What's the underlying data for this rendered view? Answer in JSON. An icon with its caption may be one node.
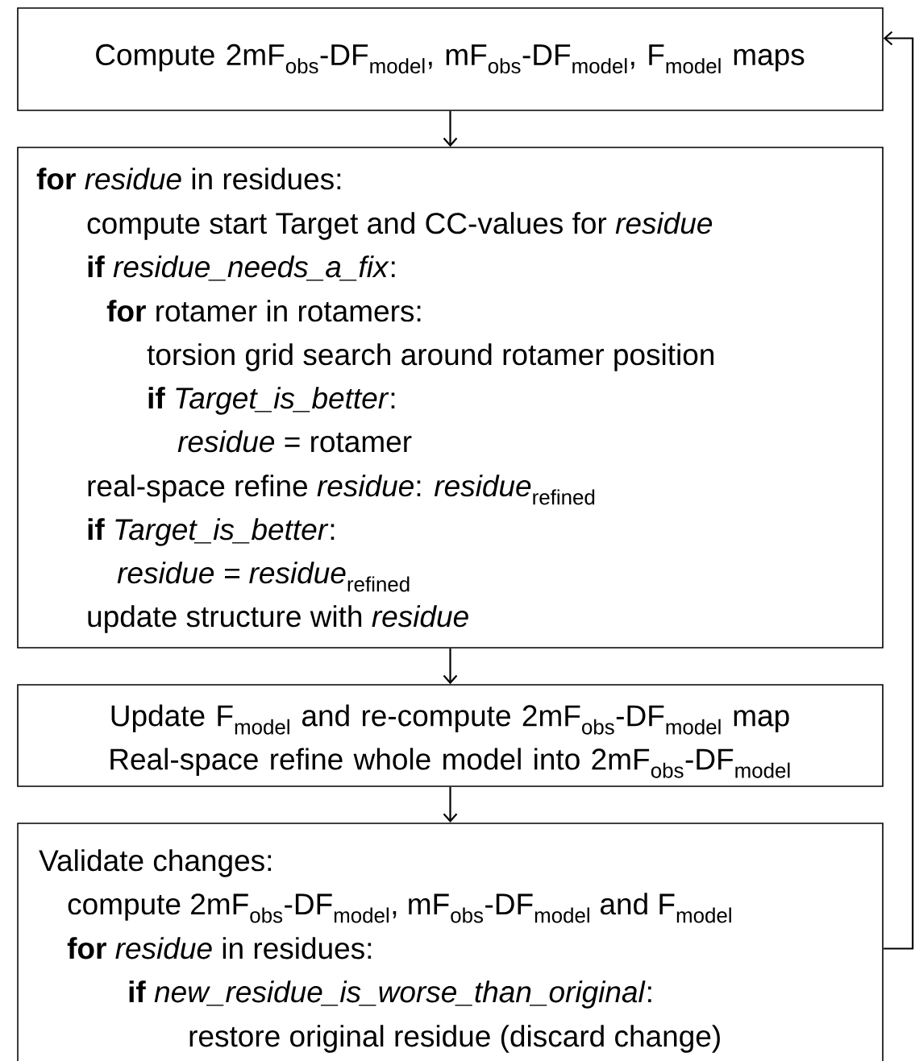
{
  "diagram": {
    "nodes": [
      {
        "text": [
          "Compute 2mF$_{obs}$-DF$_{model}$, mF$_{obs}$-DF$_{model}$, F$_{model}$ maps"
        ]
      },
      {
        "text": [
          "**for** *residue* in residues:",
          "compute start Target and CC-values for *residue*",
          "**if** *residue_needs_a_fix*:",
          "**for** rotamer in rotamers:",
          "torsion grid search around rotamer position",
          "**if** *Target_is_better*:",
          "*residue* = rotamer",
          "real-space refine *residue*: *residue*$_{refined}$",
          "**if** *Target_is_better*:",
          "*residue = residue*$_{refined}$",
          "update structure with *residue*"
        ]
      },
      {
        "text": [
          "Update F$_{model}$ and re-compute 2mF$_{obs}$-DF$_{model}$ map",
          "Real-space refine whole model into 2mF$_{obs}$-DF$_{model}$"
        ]
      },
      {
        "text": [
          "Validate changes:",
          "compute 2mF$_{obs}$-DF$_{model}$, mF$_{obs}$-DF$_{model}$ and F$_{model}$",
          "**for** *residue* in residues:",
          "**if** *new_residue_is_worse_than_original*:",
          "restore original residue (discard change)"
        ]
      }
    ],
    "edges": [
      {
        "from": 0,
        "to": 1,
        "arrow": "to"
      },
      {
        "from": 1,
        "to": 2,
        "arrow": "to"
      },
      {
        "from": 2,
        "to": 3,
        "arrow": "to"
      },
      {
        "from": 3,
        "to": 0,
        "arrow": "to"
      }
    ]
  }
}
